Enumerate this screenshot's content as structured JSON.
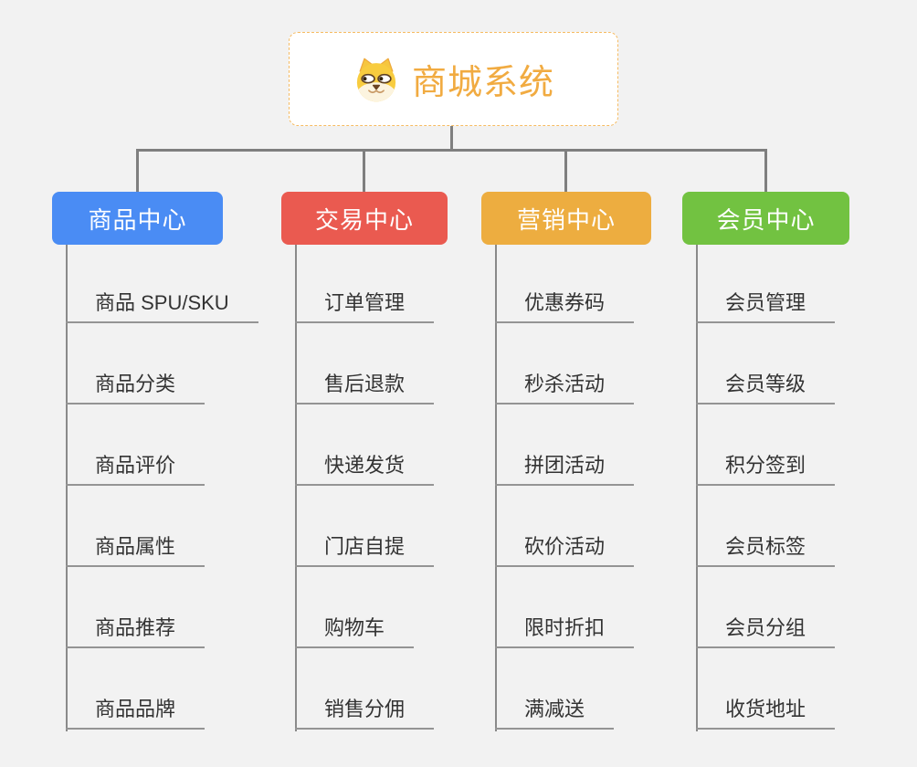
{
  "root": {
    "title": "商城系统",
    "icon": "doge-icon"
  },
  "branches": [
    {
      "label": "商品中心",
      "color": "#4A8CF4",
      "items": [
        "商品 SPU/SKU",
        "商品分类",
        "商品评价",
        "商品属性",
        "商品推荐",
        "商品品牌"
      ]
    },
    {
      "label": "交易中心",
      "color": "#EA5A50",
      "items": [
        "订单管理",
        "售后退款",
        "快递发货",
        "门店自提",
        "购物车",
        "销售分佣"
      ]
    },
    {
      "label": "营销中心",
      "color": "#EDAD40",
      "items": [
        "优惠券码",
        "秒杀活动",
        "拼团活动",
        "砍价活动",
        "限时折扣",
        "满减送"
      ]
    },
    {
      "label": "会员中心",
      "color": "#72C241",
      "items": [
        "会员管理",
        "会员等级",
        "积分签到",
        "会员标签",
        "会员分组",
        "收货地址"
      ]
    }
  ],
  "colors": {
    "background": "#F2F2F2",
    "connector_line": "#7F7F7F",
    "item_underline": "#949494",
    "item_text": "#333333",
    "root_text": "#F1AB41",
    "root_border": "#F6BB61"
  }
}
